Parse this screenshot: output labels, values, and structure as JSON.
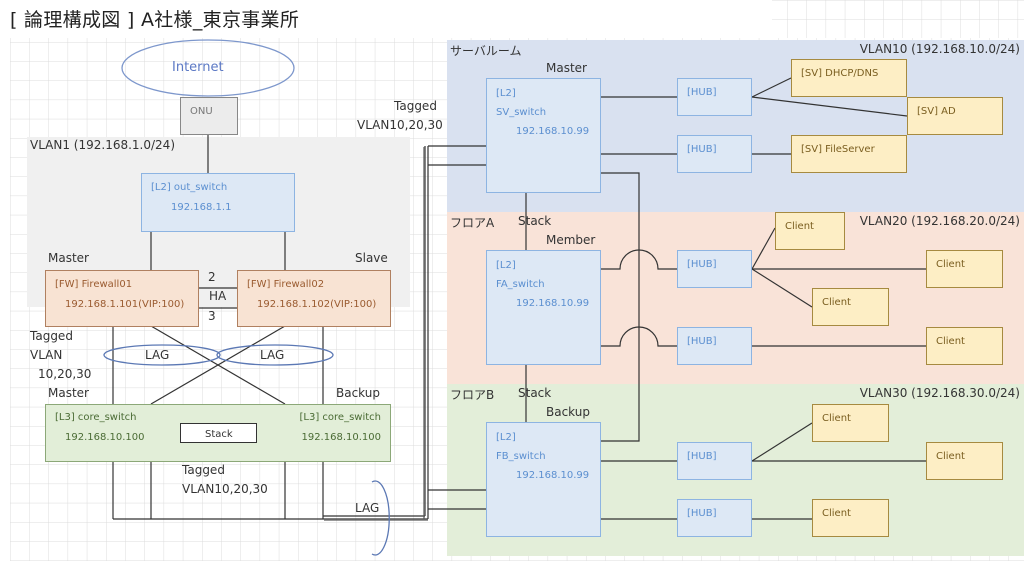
{
  "title": "[ 論理構成図 ] A社様_東京事業所",
  "internet": "Internet",
  "onu": "ONU",
  "vlan1": "VLAN1 (192.168.1.0/24)",
  "tagged_top": {
    "line1": "Tagged",
    "line2": "VLAN10,20,30"
  },
  "out_switch": {
    "name": "[L2] out_switch",
    "ip": "192.168.1.1"
  },
  "firewalls": {
    "master_label": "Master",
    "slave_label": "Slave",
    "fw1": {
      "name": "[FW] Firewall01",
      "ip": "192.168.1.101(VIP:100)"
    },
    "fw2": {
      "name": "[FW] Firewall02",
      "ip": "192.168.1.102(VIP:100)"
    },
    "ha_top": "2",
    "ha": "HA",
    "ha_bottom": "3"
  },
  "tagged_left": {
    "line1": "Tagged",
    "line2": "VLAN",
    "line3": "10,20,30"
  },
  "lag": "LAG",
  "core": {
    "master_label": "Master",
    "backup_label": "Backup",
    "left": {
      "name": "[L3] core_switch",
      "ip": "192.168.10.100"
    },
    "right": {
      "name": "[L3] core_switch",
      "ip": "192.168.10.100"
    },
    "stack": "Stack"
  },
  "tagged_bottom": {
    "line1": "Tagged",
    "line2": "VLAN10,20,30"
  },
  "zones": {
    "server_room": {
      "name": "サーバルーム",
      "vlan": "VLAN10 (192.168.10.0/24)",
      "color": "#d9e1f0",
      "switch_role": "Master",
      "switch": {
        "type": "[L2]",
        "name": "SV_switch",
        "ip": "192.168.10.99"
      },
      "hubs": [
        "[HUB]",
        "[HUB]"
      ],
      "servers": [
        "[SV] DHCP/DNS",
        "[SV] AD",
        "[SV] FileServer"
      ]
    },
    "floor_a": {
      "name": "フロアA",
      "vlan": "VLAN20 (192.168.20.0/24)",
      "color": "#f9e3d8",
      "stack_label": "Stack",
      "switch_role": "Member",
      "switch": {
        "type": "[L2]",
        "name": "FA_switch",
        "ip": "192.168.10.99"
      },
      "hubs": [
        "[HUB]",
        "[HUB]"
      ],
      "clients": [
        "Client",
        "Client",
        "Client",
        "Client"
      ]
    },
    "floor_b": {
      "name": "フロアB",
      "vlan": "VLAN30 (192.168.30.0/24)",
      "color": "#e3eed9",
      "stack_label": "Stack",
      "switch_role": "Backup",
      "switch": {
        "type": "[L2]",
        "name": "FB_switch",
        "ip": "192.168.10.99"
      },
      "hubs": [
        "[HUB]",
        "[HUB]"
      ],
      "clients": [
        "Client",
        "Client",
        "Client"
      ]
    }
  }
}
